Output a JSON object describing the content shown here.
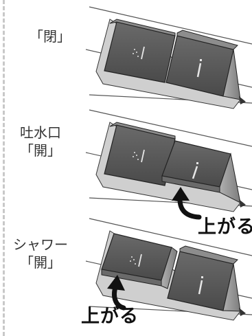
{
  "states": [
    {
      "lines": [
        "「閉」"
      ]
    },
    {
      "lines": [
        "吐水口",
        "「開」"
      ],
      "lift_label": "上がる"
    },
    {
      "lines": [
        "シャワー",
        "「開」"
      ],
      "lift_label": "上がる"
    }
  ],
  "colors": {
    "button_top": "#8a8a8a",
    "button_face": "#5a5a5a",
    "button_side": "#9c9c9c",
    "tray": "#d8d8d8",
    "outline": "#222222"
  },
  "icons": {
    "left_button": "shower-icon",
    "right_button": "spout-icon"
  }
}
